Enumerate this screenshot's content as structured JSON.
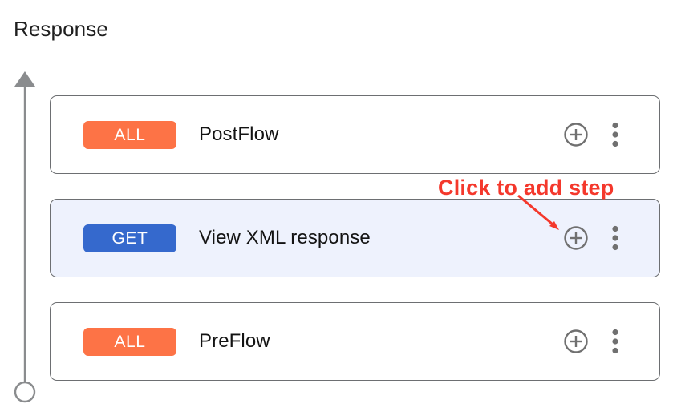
{
  "section": {
    "title": "Response"
  },
  "timeline": {
    "arrow_icon": "up-arrow-icon",
    "endpoint_icon": "circle-endpoint-icon",
    "color": "#8a8c8e"
  },
  "flows": [
    {
      "badge": "ALL",
      "badge_type": "all",
      "badge_color": "#fd7346",
      "label": "PostFlow",
      "selected": false,
      "add_icon": "plus-circle-icon",
      "more_icon": "more-vertical-icon"
    },
    {
      "badge": "GET",
      "badge_type": "get",
      "badge_color": "#3569cd",
      "label": "View XML response",
      "selected": true,
      "add_icon": "plus-circle-icon",
      "more_icon": "more-vertical-icon"
    },
    {
      "badge": "ALL",
      "badge_type": "all",
      "badge_color": "#fd7346",
      "label": "PreFlow",
      "selected": false,
      "add_icon": "plus-circle-icon",
      "more_icon": "more-vertical-icon"
    }
  ],
  "callout": {
    "text": "Click to add step",
    "color": "#f4382c",
    "arrow_icon": "annotation-arrow-icon"
  },
  "theme": {
    "card_border": "#6d6f72",
    "selected_row_bg": "#eef2fd",
    "icon_gray": "#707070",
    "text_primary": "#131313"
  }
}
